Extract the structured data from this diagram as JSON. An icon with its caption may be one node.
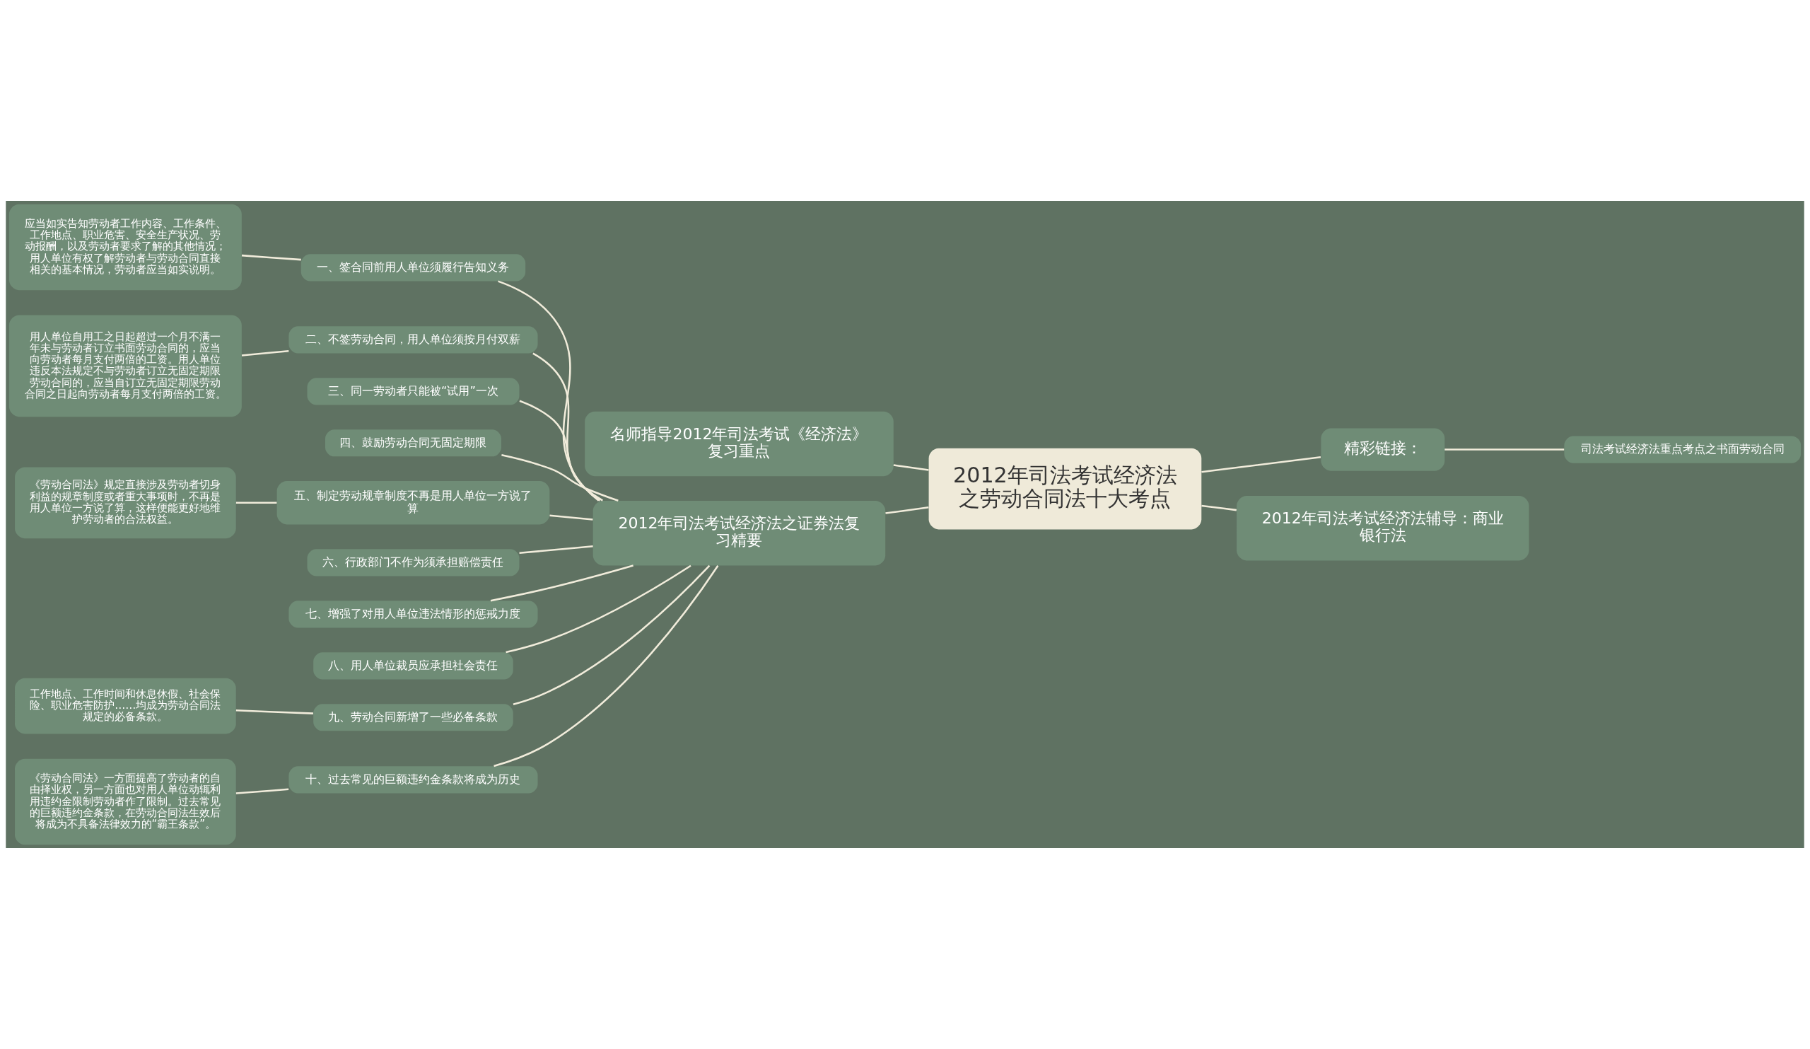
{
  "diagram": {
    "nodes": [
      {
        "text": [
          "2012年司法考试经济法之劳动合同法十大考点"
        ]
      },
      {
        "text": [
          "名师指导2012年司法考试《经济法》复习重点"
        ]
      },
      {
        "text": [
          "2012年司法考试经济法之证券法复习精要"
        ]
      },
      {
        "text": [
          "一、签合同前用人单位须履行告知义务"
        ]
      },
      {
        "text": [
          "应当如实告知劳动者工作内容、工作条件、工作地点、职业危害、安全生产状况、劳动报酬，以及劳动者要求了解的其他情况；用人单位有权了解劳动者与劳动合同直接相关的基本情况，劳动者应当如实说明。"
        ]
      },
      {
        "text": [
          "二、不签劳动合同，用人单位须按月付双薪"
        ]
      },
      {
        "text": [
          "用人单位自用工之日起超过一个月不满一年未与劳动者订立书面劳动合同的，应当向劳动者每月支付两倍的工资。用人单位违反本法规定不与劳动者订立无固定期限劳动合同的，应当自订立无固定期限劳动合同之日起向劳动者每月支付两倍的工资。"
        ]
      },
      {
        "text": [
          "三、同一劳动者只能被“试用”一次"
        ]
      },
      {
        "text": [
          "四、鼓励劳动合同无固定期限"
        ]
      },
      {
        "text": [
          "五、制定劳动规章制度不再是用人单位一方说了算"
        ]
      },
      {
        "text": [
          "《劳动合同法》规定直接涉及劳动者切身利益的规章制度或者重大事项时，不再是用人单位一方说了算，这样便能更好地维护劳动者的合法权益。"
        ]
      },
      {
        "text": [
          "六、行政部门不作为须承担赔偿责任"
        ]
      },
      {
        "text": [
          "七、增强了对用人单位违法情形的惩戒力度"
        ]
      },
      {
        "text": [
          "八、用人单位裁员应承担社会责任"
        ]
      },
      {
        "text": [
          "九、劳动合同新增了一些必备条款"
        ]
      },
      {
        "text": [
          "工作地点、工作时间和休息休假、社会保险、职业危害防护……均成为劳动合同法规定的必备条款。"
        ]
      },
      {
        "text": [
          "十、过去常见的巨额违约金条款将成为历史"
        ]
      },
      {
        "text": [
          "《劳动合同法》一方面提高了劳动者的自由择业权，另一方面也对用人单位动辄利用违约金限制劳动者作了限制。过去常见的巨额违约金条款，在劳动合同法生效后将成为不具备法律效力的“霸王条款”。"
        ]
      },
      {
        "text": [
          "精彩链接："
        ]
      },
      {
        "text": [
          "司法考试经济法重点考点之书面劳动合同"
        ]
      },
      {
        "text": [
          "2012年司法考试经济法辅导：商业银行法"
        ]
      }
    ],
    "edges": [
      {
        "from": 1,
        "to": 0,
        "arrow": "none"
      },
      {
        "from": 2,
        "to": 0,
        "arrow": "none"
      },
      {
        "from": 4,
        "to": 3,
        "arrow": "none"
      },
      {
        "from": 3,
        "to": 2,
        "arrow": "none"
      },
      {
        "from": 6,
        "to": 5,
        "arrow": "none"
      },
      {
        "from": 5,
        "to": 2,
        "arrow": "none"
      },
      {
        "from": 7,
        "to": 2,
        "arrow": "none"
      },
      {
        "from": 8,
        "to": 2,
        "arrow": "none"
      },
      {
        "from": 10,
        "to": 9,
        "arrow": "none"
      },
      {
        "from": 9,
        "to": 2,
        "arrow": "none"
      },
      {
        "from": 11,
        "to": 2,
        "arrow": "none"
      },
      {
        "from": 12,
        "to": 2,
        "arrow": "none"
      },
      {
        "from": 13,
        "to": 2,
        "arrow": "none"
      },
      {
        "from": 15,
        "to": 14,
        "arrow": "none"
      },
      {
        "from": 14,
        "to": 2,
        "arrow": "none"
      },
      {
        "from": 17,
        "to": 16,
        "arrow": "none"
      },
      {
        "from": 16,
        "to": 2,
        "arrow": "none"
      },
      {
        "from": 0,
        "to": 18,
        "arrow": "none"
      },
      {
        "from": 18,
        "to": 19,
        "arrow": "none"
      },
      {
        "from": 0,
        "to": 20,
        "arrow": "none"
      }
    ]
  }
}
